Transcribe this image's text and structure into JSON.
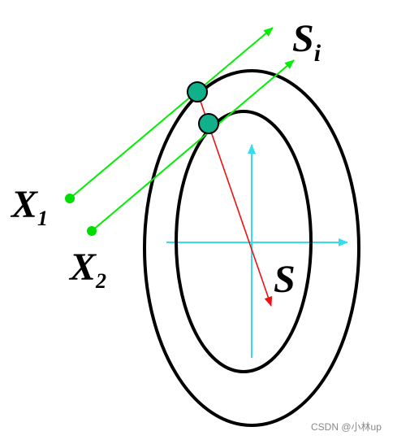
{
  "labels": {
    "si_main": "S",
    "si_sub": "i",
    "x1_main": "X",
    "x1_sub": "1",
    "x2_main": "X",
    "x2_sub": "2",
    "s": "S"
  },
  "watermark": "CSDN @小林up",
  "colors": {
    "ellipse": "#000000",
    "axes": "#33ddee",
    "ray": "#00ee00",
    "projection": "#ee1111",
    "point_fill": "#12b08a",
    "point_stroke": "#000000",
    "start_point": "#00dd00"
  }
}
